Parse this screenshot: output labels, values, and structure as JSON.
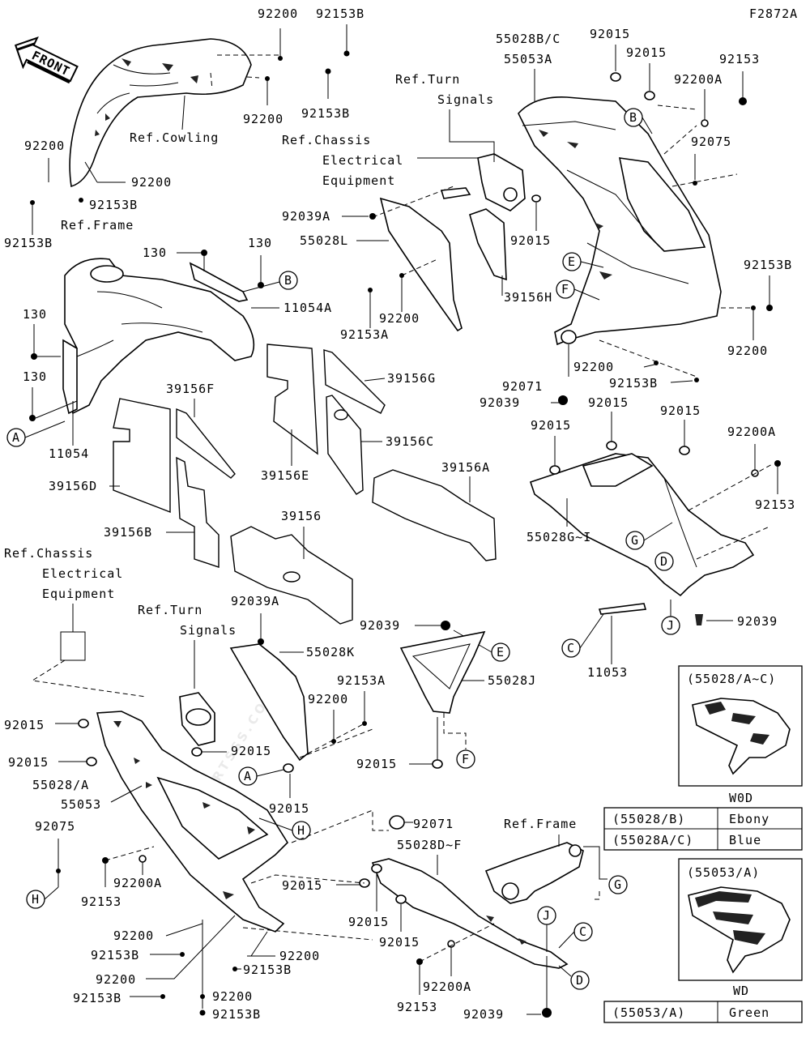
{
  "diagram_id": "F2872A",
  "front_label": "FRONT",
  "watermark": "PARTSSS.COM",
  "refs": {
    "cowling": "Ref.Cowling",
    "frame_top": "Ref.Frame",
    "turn_signals_top_1": "Ref.Turn",
    "turn_signals_top_2": "Signals",
    "chassis_top_1": "Ref.Chassis",
    "chassis_top_2": "Electrical",
    "chassis_top_3": "Equipment",
    "chassis_left_1": "Ref.Chassis",
    "chassis_left_2": "Electrical",
    "chassis_left_3": "Equipment",
    "turn_signals_mid_1": "Ref.Turn",
    "turn_signals_mid_2": "Signals",
    "frame_bottom": "Ref.Frame"
  },
  "part_numbers": {
    "p92200_a": "92200",
    "p92153B_a": "92153B",
    "p92200_b": "92200",
    "p92153B_b": "92153B",
    "p92200_c": "92200",
    "p92200_d": "92200",
    "p92153B_c": "92153B",
    "p130_a": "130",
    "p130_b": "130",
    "p130_c": "130",
    "p130_d": "130",
    "p11054A": "11054A",
    "p11054": "11054",
    "p55028BC": "55028B/C",
    "p55053A": "55053A",
    "p92015_a": "92015",
    "p92015_b": "92015",
    "p92153_a": "92153",
    "p92200A_a": "92200A",
    "p92075_a": "92075",
    "p92039A_a": "92039A",
    "p55028L": "55028L",
    "p92200_e": "92200",
    "p92153A_a": "92153A",
    "p39156H": "39156H",
    "p92015_c": "92015",
    "p92153B_d": "92153B",
    "p92200_f": "92200",
    "p92071_a": "92071",
    "p92039_a": "92039",
    "p92200_g": "92200",
    "p92153B_e": "92153B",
    "p92015_d": "92015",
    "p92015_e": "92015",
    "p92015_f": "92015",
    "p92200A_b": "92200A",
    "p92153_b": "92153",
    "p39156F": "39156F",
    "p39156G": "39156G",
    "p39156C": "39156C",
    "p39156D": "39156D",
    "p39156E": "39156E",
    "p39156A": "39156A",
    "p39156B": "39156B",
    "p39156": "39156",
    "p55028GI": "55028G~I",
    "p92039_b": "92039",
    "p11053": "11053",
    "p92039A_b": "92039A",
    "p55028K": "55028K",
    "p92039_c": "92039",
    "p55028J": "55028J",
    "p92153A_b": "92153A",
    "p92200_h": "92200",
    "p92015_g": "92015",
    "p92015_h": "92015",
    "p92015_i": "92015",
    "p92015_j": "92015",
    "p92015_k": "92015",
    "p55028A": "55028/A",
    "p55053": "55053",
    "p92075_b": "92075",
    "p92200A_c": "92200A",
    "p92153_c": "92153",
    "p92071_b": "92071",
    "p55028DF": "55028D~F",
    "p92015_l": "92015",
    "p92015_m": "92015",
    "p92015_n": "92015",
    "p92200_i": "92200",
    "p92153B_f": "92153B",
    "p92200_j": "92200",
    "p92153B_g": "92153B",
    "p92200_k": "92200",
    "p92153B_h": "92153B",
    "p92200_l": "92200",
    "p92153B_i": "92153B",
    "p92200A_d": "92200A",
    "p92153_d": "92153",
    "p92039_d": "92039"
  },
  "callouts": {
    "A": "A",
    "B": "B",
    "C": "C",
    "D": "D",
    "E": "E",
    "F": "F",
    "G": "G",
    "H": "H",
    "J": "J"
  },
  "inset_a": {
    "title": "(55028/A~C)",
    "model": "W0D",
    "rows": [
      {
        "part": "(55028/B)",
        "color": "Ebony"
      },
      {
        "part": "(55028A/C)",
        "color": "Blue"
      }
    ]
  },
  "inset_b": {
    "title": "(55053/A)",
    "model": "WD",
    "rows": [
      {
        "part": "(55053/A)",
        "color": "Green"
      }
    ]
  }
}
